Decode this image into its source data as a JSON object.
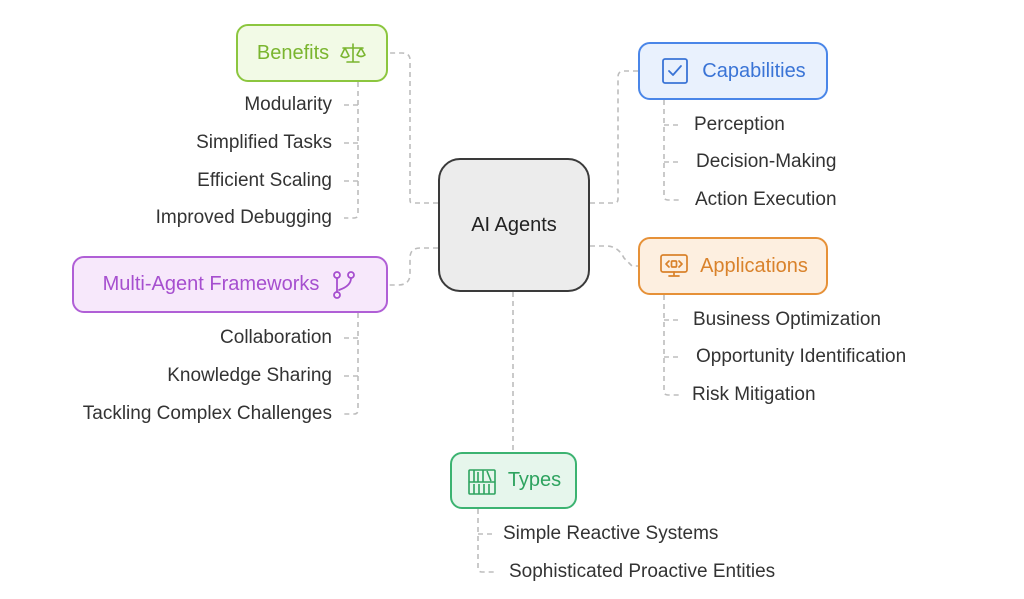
{
  "center": {
    "label": "AI Agents"
  },
  "benefits": {
    "title": "Benefits",
    "icon": "balance-scale-icon",
    "color": "#8cc63f",
    "items": [
      "Modularity",
      "Simplified Tasks",
      "Efficient Scaling",
      "Improved Debugging"
    ]
  },
  "capabilities": {
    "title": "Capabilities",
    "icon": "checkbox-icon",
    "color": "#4a86e8",
    "items": [
      "Perception",
      "Decision-Making",
      "Action Execution"
    ]
  },
  "multi_agent": {
    "title": "Multi-Agent Frameworks",
    "icon": "git-branch-icon",
    "color": "#b05fd6",
    "items": [
      "Collaboration",
      "Knowledge Sharing",
      "Tackling Complex Challenges"
    ]
  },
  "applications": {
    "title": "Applications",
    "icon": "monitor-code-icon",
    "color": "#e69138",
    "items": [
      "Business Optimization",
      "Opportunity Identification",
      "Risk Mitigation"
    ]
  },
  "types": {
    "title": "Types",
    "icon": "books-icon",
    "color": "#3cb371",
    "items": [
      "Simple Reactive Systems",
      "Sophisticated Proactive Entities"
    ]
  }
}
